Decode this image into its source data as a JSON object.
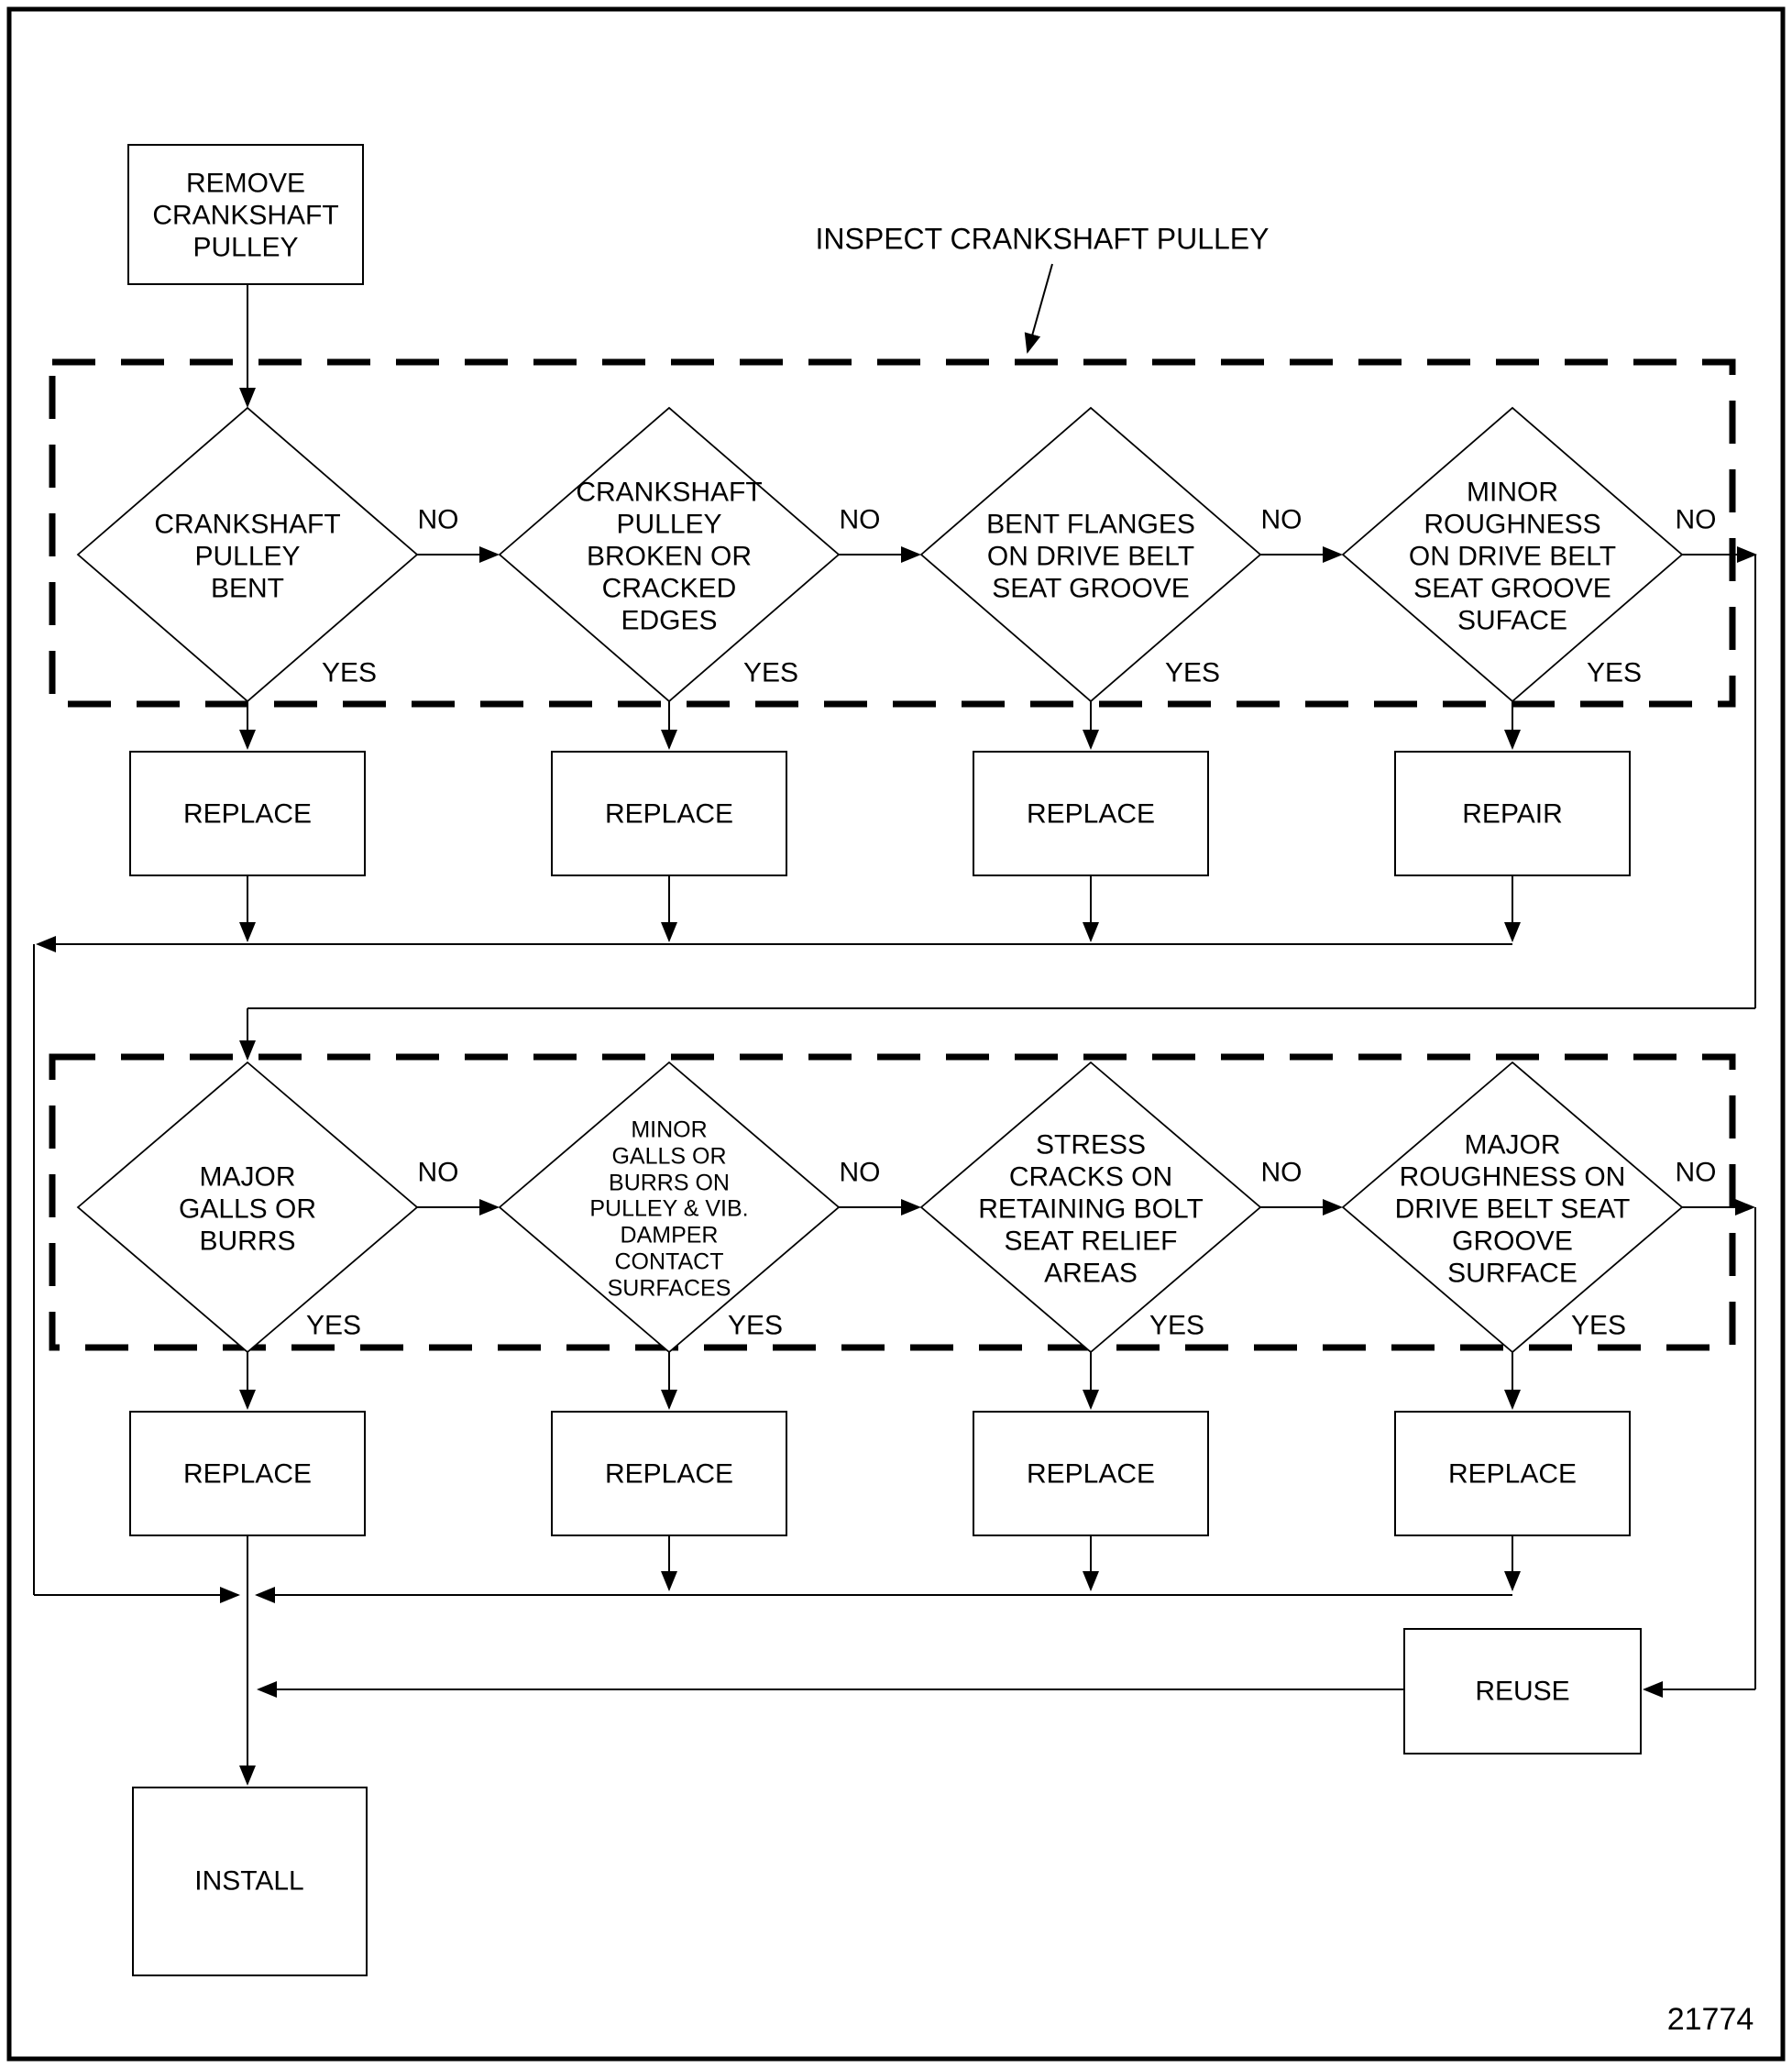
{
  "page": {
    "figure_number": "21774"
  },
  "annotation": {
    "title": "INSPECT CRANKSHAFT PULLEY"
  },
  "branch_labels": {
    "no": "NO",
    "yes": "YES"
  },
  "start_box": {
    "label": "REMOVE\nCRANKSHAFT\nPULLEY"
  },
  "inspection_row_1": {
    "decisions": [
      {
        "label": "CRANKSHAFT\nPULLEY\nBENT",
        "action": "REPLACE"
      },
      {
        "label": "CRANKSHAFT\nPULLEY\nBROKEN OR\nCRACKED\nEDGES",
        "action": "REPLACE"
      },
      {
        "label": "BENT FLANGES\nON DRIVE BELT\nSEAT GROOVE",
        "action": "REPLACE"
      },
      {
        "label": "MINOR\nROUGHNESS\nON DRIVE BELT\nSEAT GROOVE\nSUFACE",
        "action": "REPAIR"
      }
    ]
  },
  "inspection_row_2": {
    "decisions": [
      {
        "label": "MAJOR\nGALLS OR\nBURRS",
        "action": "REPLACE"
      },
      {
        "label": "MINOR\nGALLS OR\nBURRS ON\nPULLEY & VIB.\nDAMPER\nCONTACT\nSURFACES",
        "action": "REPLACE"
      },
      {
        "label": "STRESS\nCRACKS ON\nRETAINING BOLT\nSEAT RELIEF\nAREAS",
        "action": "REPLACE"
      },
      {
        "label": "MAJOR\nROUGHNESS ON\nDRIVE BELT SEAT\nGROOVE\nSURFACE",
        "action": "REPLACE"
      }
    ]
  },
  "terminal_boxes": {
    "reuse": "REUSE",
    "install": "INSTALL"
  }
}
